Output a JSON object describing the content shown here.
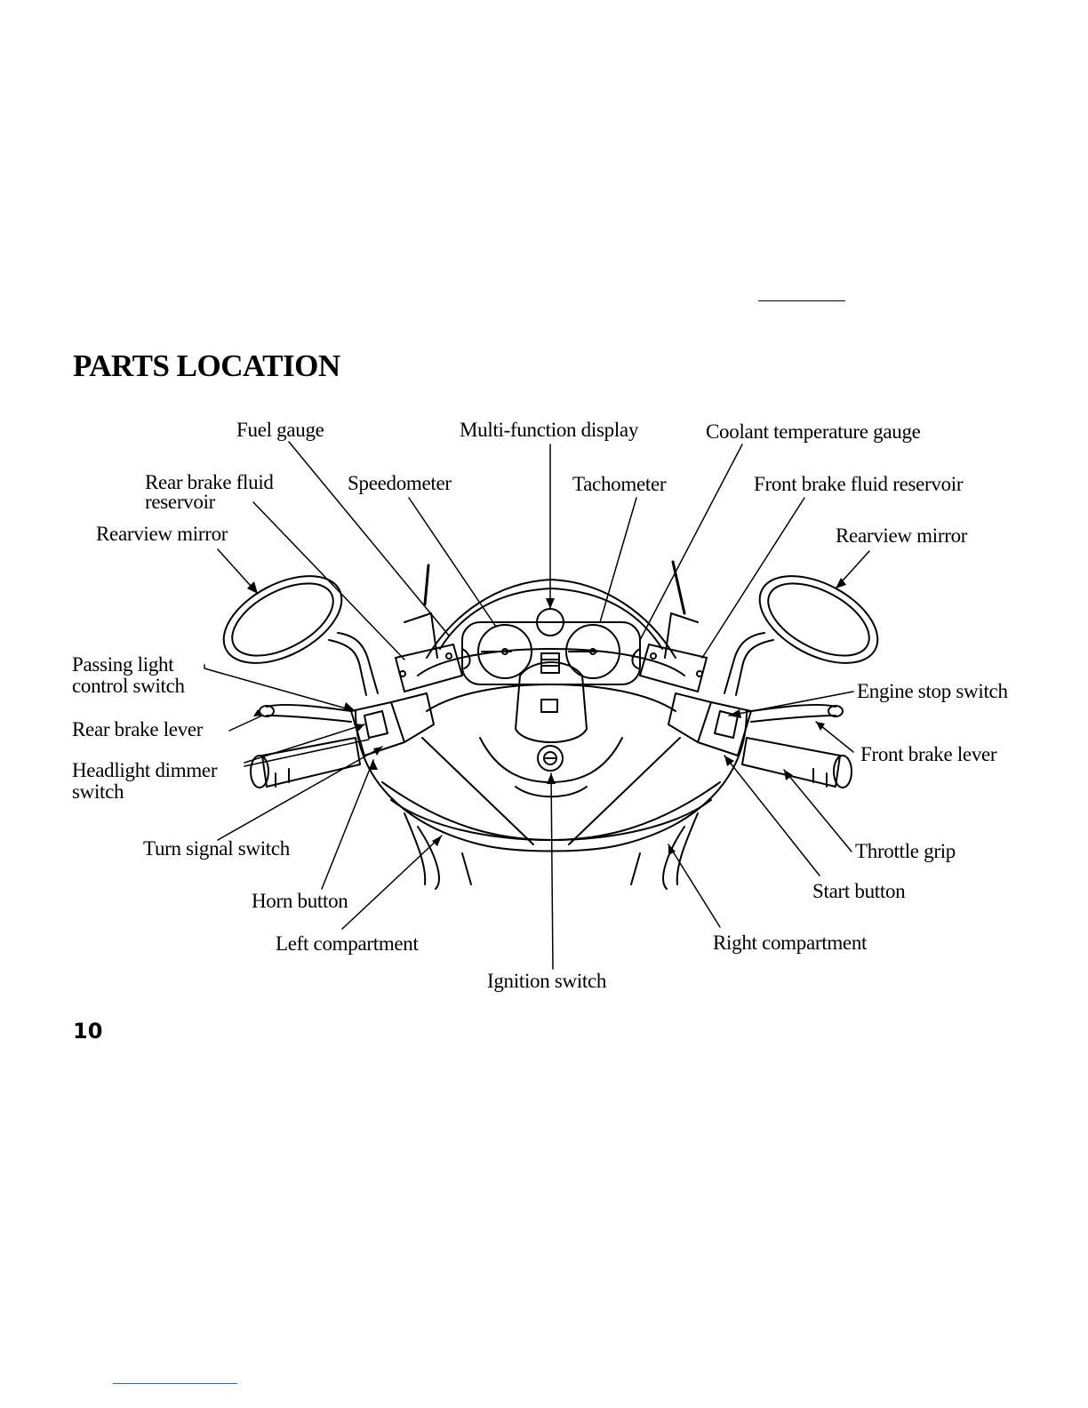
{
  "page": {
    "title": "PARTS LOCATION",
    "page_number": "10"
  },
  "labels": {
    "fuel_gauge": "Fuel gauge",
    "multi_function_display": "Multi-function display",
    "coolant_temperature_gauge": "Coolant temperature gauge",
    "rear_brake_fluid_reservoir_1": "Rear brake fluid",
    "rear_brake_fluid_reservoir_2": "reservoir",
    "speedometer": "Speedometer",
    "tachometer": "Tachometer",
    "front_brake_fluid_reservoir": "Front brake fluid reservoir",
    "rearview_mirror_left": "Rearview mirror",
    "rearview_mirror_right": "Rearview mirror",
    "passing_light_control_switch_1": "Passing light",
    "passing_light_control_switch_2": "control switch",
    "engine_stop_switch": "Engine stop switch",
    "rear_brake_lever": "Rear brake lever",
    "front_brake_lever": "Front brake lever",
    "headlight_dimmer_switch_1": "Headlight dimmer",
    "headlight_dimmer_switch_2": "switch",
    "turn_signal_switch": "Turn signal switch",
    "throttle_grip": "Throttle grip",
    "start_button": "Start button",
    "horn_button": "Horn button",
    "left_compartment": "Left compartment",
    "right_compartment": "Right compartment",
    "ignition_switch": "Ignition switch"
  }
}
